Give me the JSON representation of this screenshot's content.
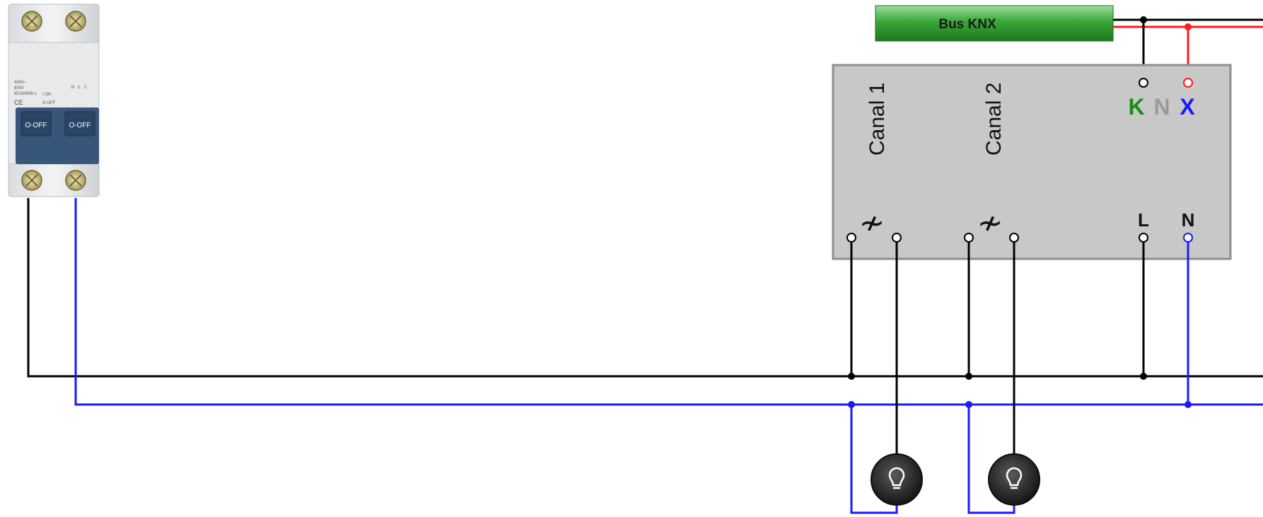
{
  "bus": {
    "label": "Bus KNX"
  },
  "actuator": {
    "channels": [
      "Canal 1",
      "Canal 2"
    ],
    "knx_letters": [
      {
        "char": "K",
        "color": "#1a8a1a"
      },
      {
        "char": "N",
        "color": "#9a9a9a"
      },
      {
        "char": "X",
        "color": "#1a1aff"
      }
    ],
    "terminal_labels": {
      "line": "L",
      "neutral": "N"
    },
    "switch_symbol": "≁"
  },
  "breaker": {
    "handle_labels": [
      "O-OFF",
      "O-OFF"
    ],
    "rating_text": [
      "400V~",
      "6000",
      "IEC60898-1"
    ],
    "switch_text": [
      "I ON",
      "O OFF"
    ],
    "pole_marks": [
      "N",
      "1",
      "2"
    ]
  },
  "colors": {
    "phase": "#000000",
    "neutral": "#1a1aff",
    "bus_positive": "#ff1a1a",
    "bus_negative": "#000000",
    "actuator_body": "#c8c8c8",
    "bus_bar": "#2f9a2f"
  },
  "lamps": {
    "count": 2,
    "icon": "bulb-icon"
  }
}
